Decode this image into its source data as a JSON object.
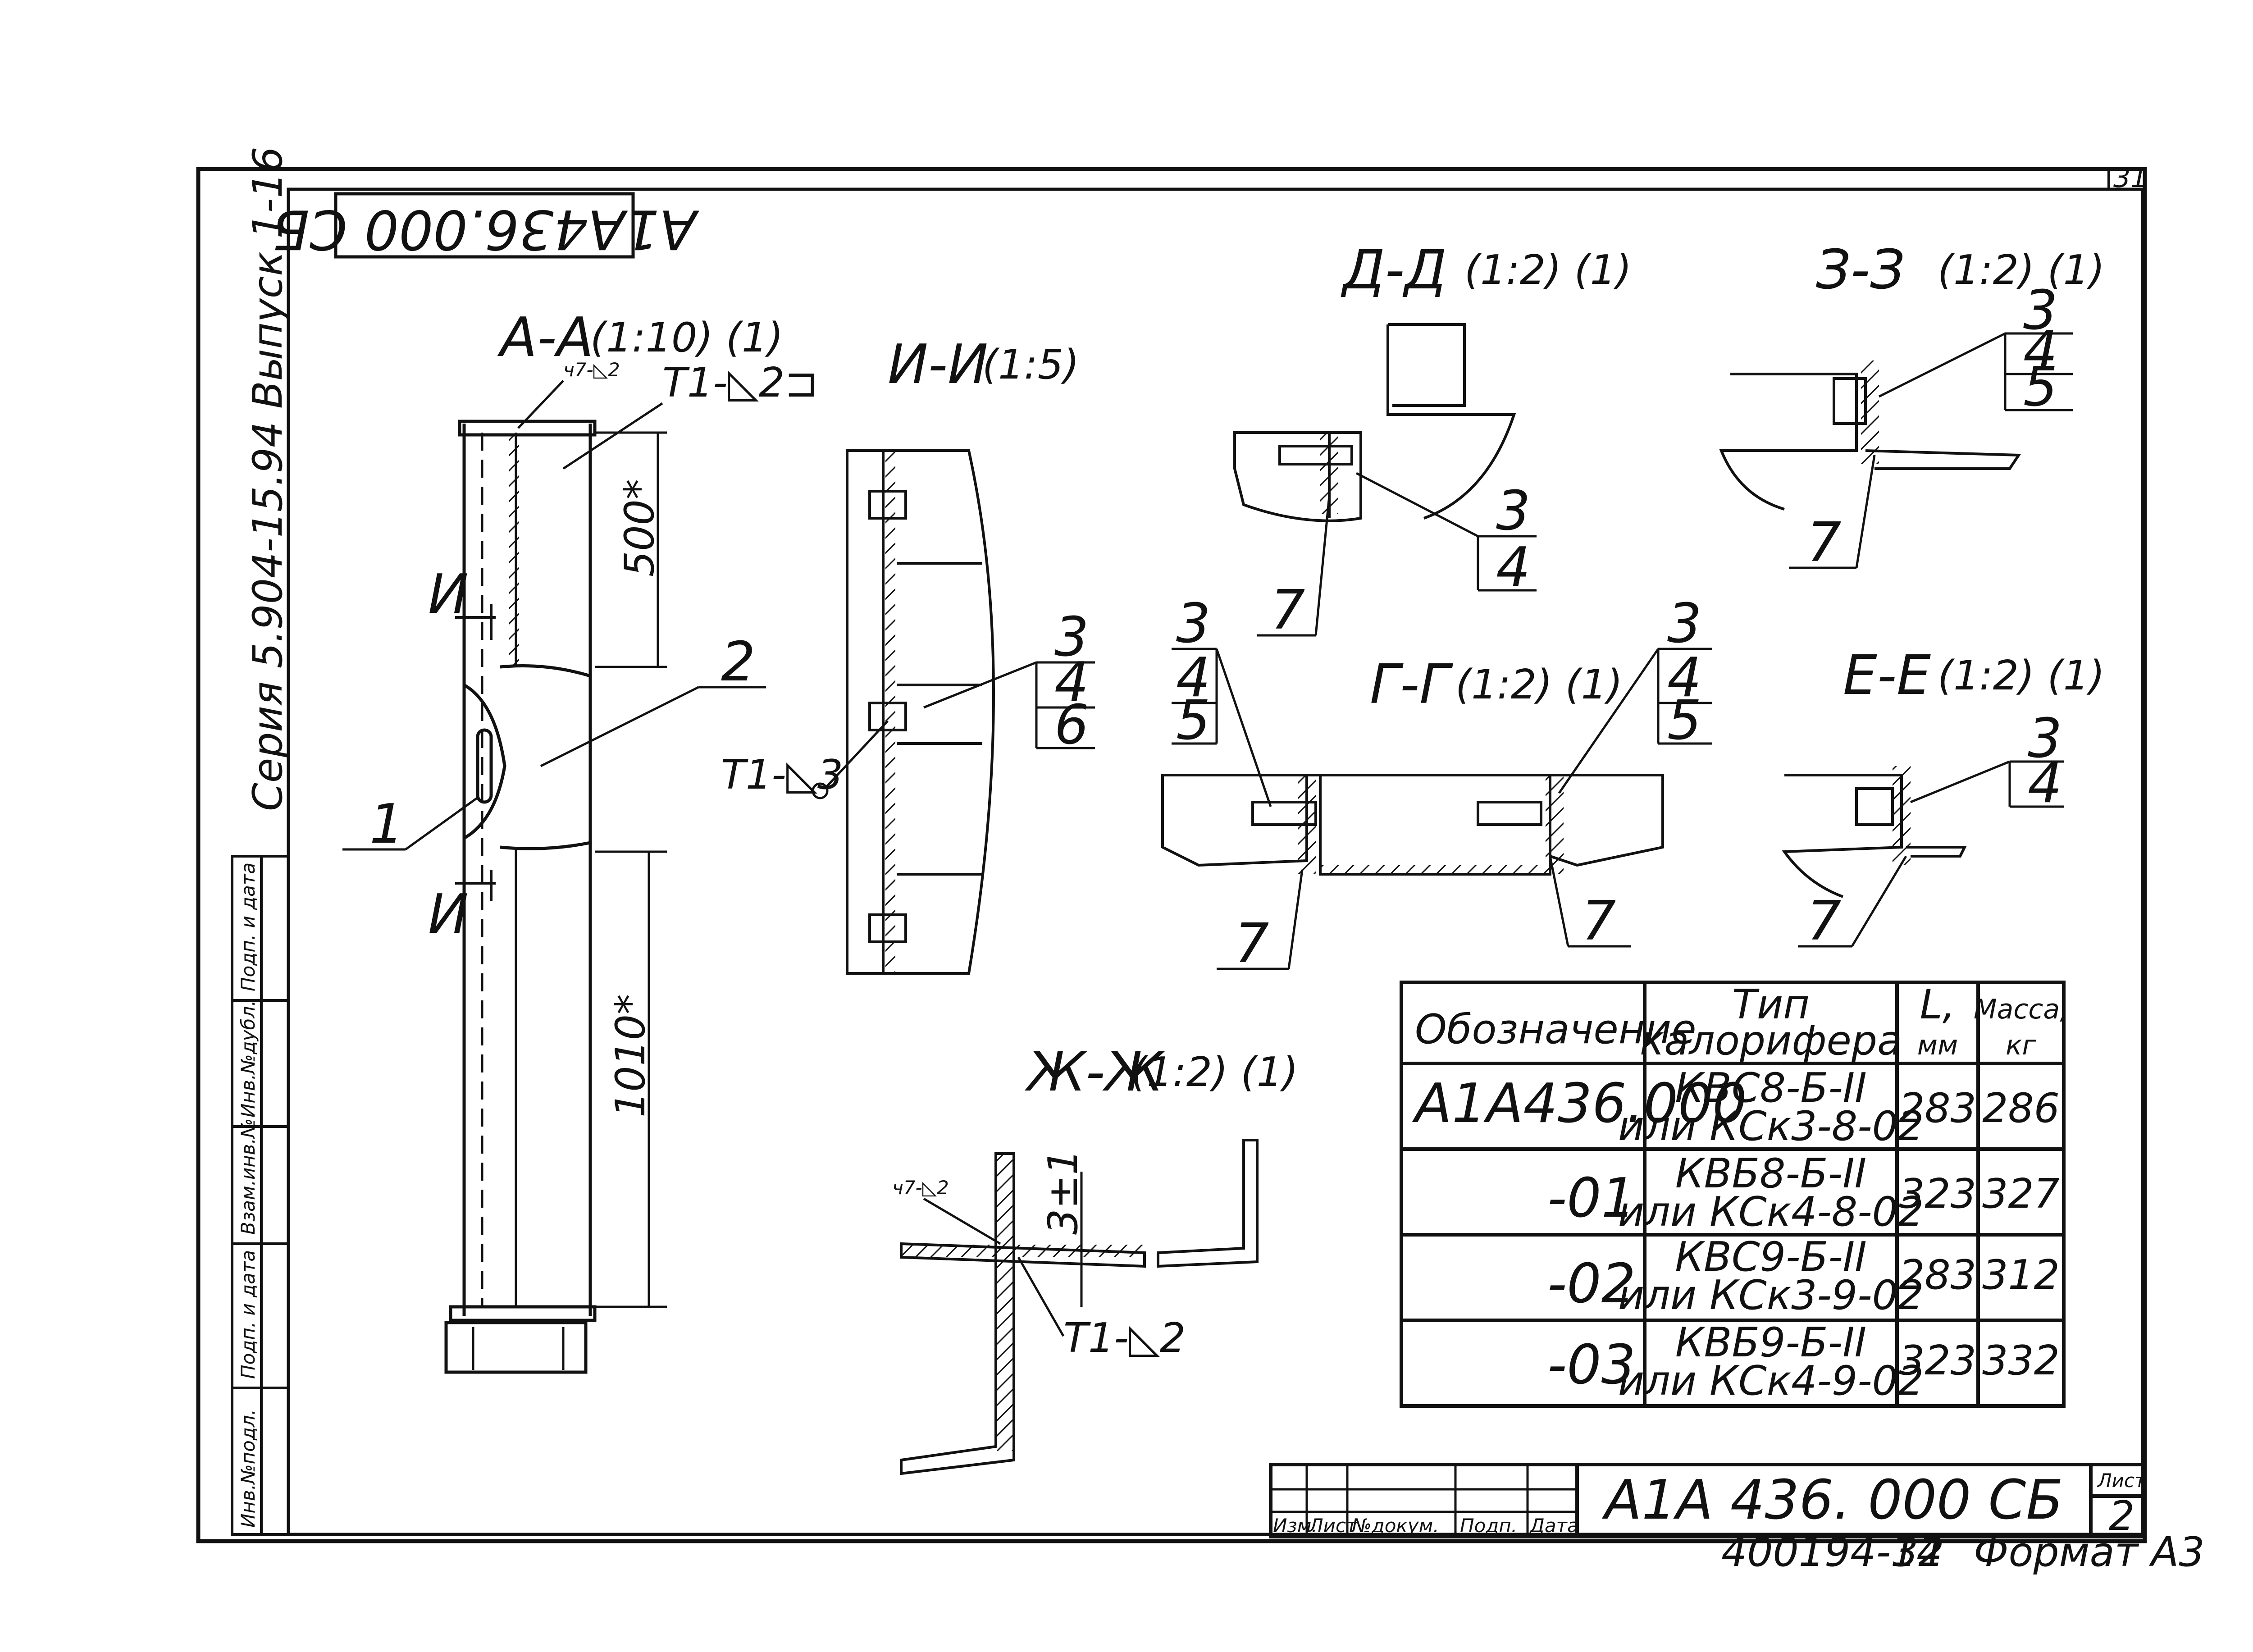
{
  "sheet": {
    "sheet_number": "31",
    "doc_code_rotated": "А1А436.000 СБ",
    "series": "Серия 5.904-15.94  Выпуск 1-16"
  },
  "side_stamp": [
    "Инв.№подл.",
    "Подп. и дата",
    "Взам.инв.№",
    "Инв.№дубл.",
    "Подп. и дата"
  ],
  "views": {
    "aa": {
      "title": "А-А",
      "scale": "(1:10) (1)",
      "weld_top": "Т1-◺2⊐",
      "weld_small": "ч7-◺2",
      "dim_500": "500*",
      "dim_1010": "1010*",
      "section_mark": "И",
      "callout_1": "1",
      "callout_2": "2"
    },
    "ii": {
      "title": "И-И",
      "scale": "(1:5)",
      "weld": "Т1-◺3",
      "callouts": [
        "3",
        "4",
        "6"
      ]
    },
    "dd": {
      "title": "Д-Д",
      "scale": "(1:2) (1)",
      "callouts": [
        "3",
        "4"
      ],
      "callout_7": "7"
    },
    "zz": {
      "title": "З-З",
      "scale": "(1:2) (1)",
      "callouts": [
        "3",
        "4",
        "5"
      ],
      "callout_7": "7"
    },
    "gg": {
      "title": "Г-Г",
      "scale": "(1:2) (1)",
      "callouts_left": [
        "3",
        "4",
        "5"
      ],
      "callouts_right": [
        "3",
        "4",
        "5"
      ],
      "callout_7_left": "7",
      "callout_7_right": "7"
    },
    "ee": {
      "title": "Е-Е",
      "scale": "(1:2) (1)",
      "callouts": [
        "3",
        "4"
      ],
      "callout_7": "7"
    },
    "zh": {
      "title": "Ж-Ж",
      "scale": "(1:2) (1)",
      "weld_small": "ч7-◺2",
      "dim": "3±1",
      "weld": "Т1-◺2"
    }
  },
  "spec_table": {
    "headers": {
      "designation": "Обозначение",
      "type_1": "Тип",
      "type_2": "калорифера",
      "l_1": "L,",
      "l_2": "мм",
      "mass_1": "Масса,",
      "mass_2": "кг"
    },
    "rows": [
      {
        "designation": "А1А436.000",
        "type_1": "КВС8-Б-II",
        "type_2": "или КСк3-8-02",
        "l": "283",
        "mass": "286"
      },
      {
        "designation": "-01",
        "type_1": "КВБ8-Б-II",
        "type_2": "или КСк4-8-02",
        "l": "323",
        "mass": "327"
      },
      {
        "designation": "-02",
        "type_1": "КВС9-Б-II",
        "type_2": "или КСк3-9-02",
        "l": "283",
        "mass": "312"
      },
      {
        "designation": "-03",
        "type_1": "КВБ9-Б-II",
        "type_2": "или КСк4-9-02",
        "l": "323",
        "mass": "332"
      }
    ]
  },
  "title_block": {
    "cols": [
      "Изм.",
      "Лист",
      "№докум.",
      "Подп.",
      "Дата"
    ],
    "code": "А1А 436. 000 СБ",
    "sheet_label": "Лист",
    "sheet_value": "2"
  },
  "footer": {
    "archive_no": "400194-14",
    "page": "32",
    "format": "Формат А3"
  }
}
